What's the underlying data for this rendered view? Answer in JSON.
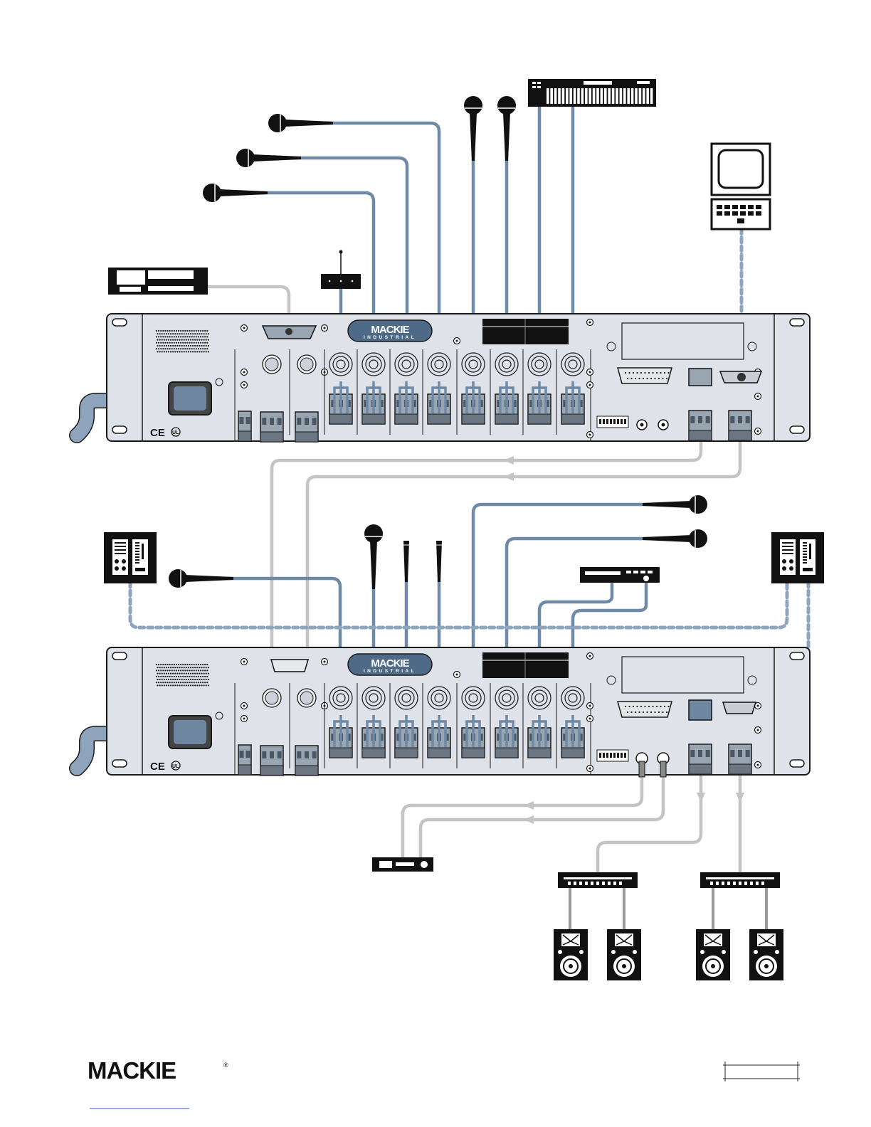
{
  "brand": {
    "name": "MACKIE",
    "registered": "®",
    "panel_logo_top": "MACKIE",
    "panel_logo_bottom": "INDUSTRIAL"
  },
  "units": [
    {
      "ce_mark": "CE",
      "ul_mark": "UL"
    },
    {
      "ce_mark": "CE",
      "ul_mark": "UL"
    }
  ],
  "colors": {
    "audio_cable": "#6e8aa6",
    "control_cable": "#c4c4c4",
    "panel_fill": "#dfe2e9",
    "panel_stroke": "#1a1a1a",
    "power_cable": "#8ea4bc",
    "device_fill": "#111111"
  },
  "icons": [
    "microphone-icon",
    "keyboard-icon",
    "computer-icon",
    "rack-processor-icon",
    "wireless-receiver-icon",
    "wall-remote-icon",
    "cd-player-icon",
    "amplifier-icon",
    "speaker-icon",
    "mixer-panel-icon",
    "iec-power-icon"
  ]
}
